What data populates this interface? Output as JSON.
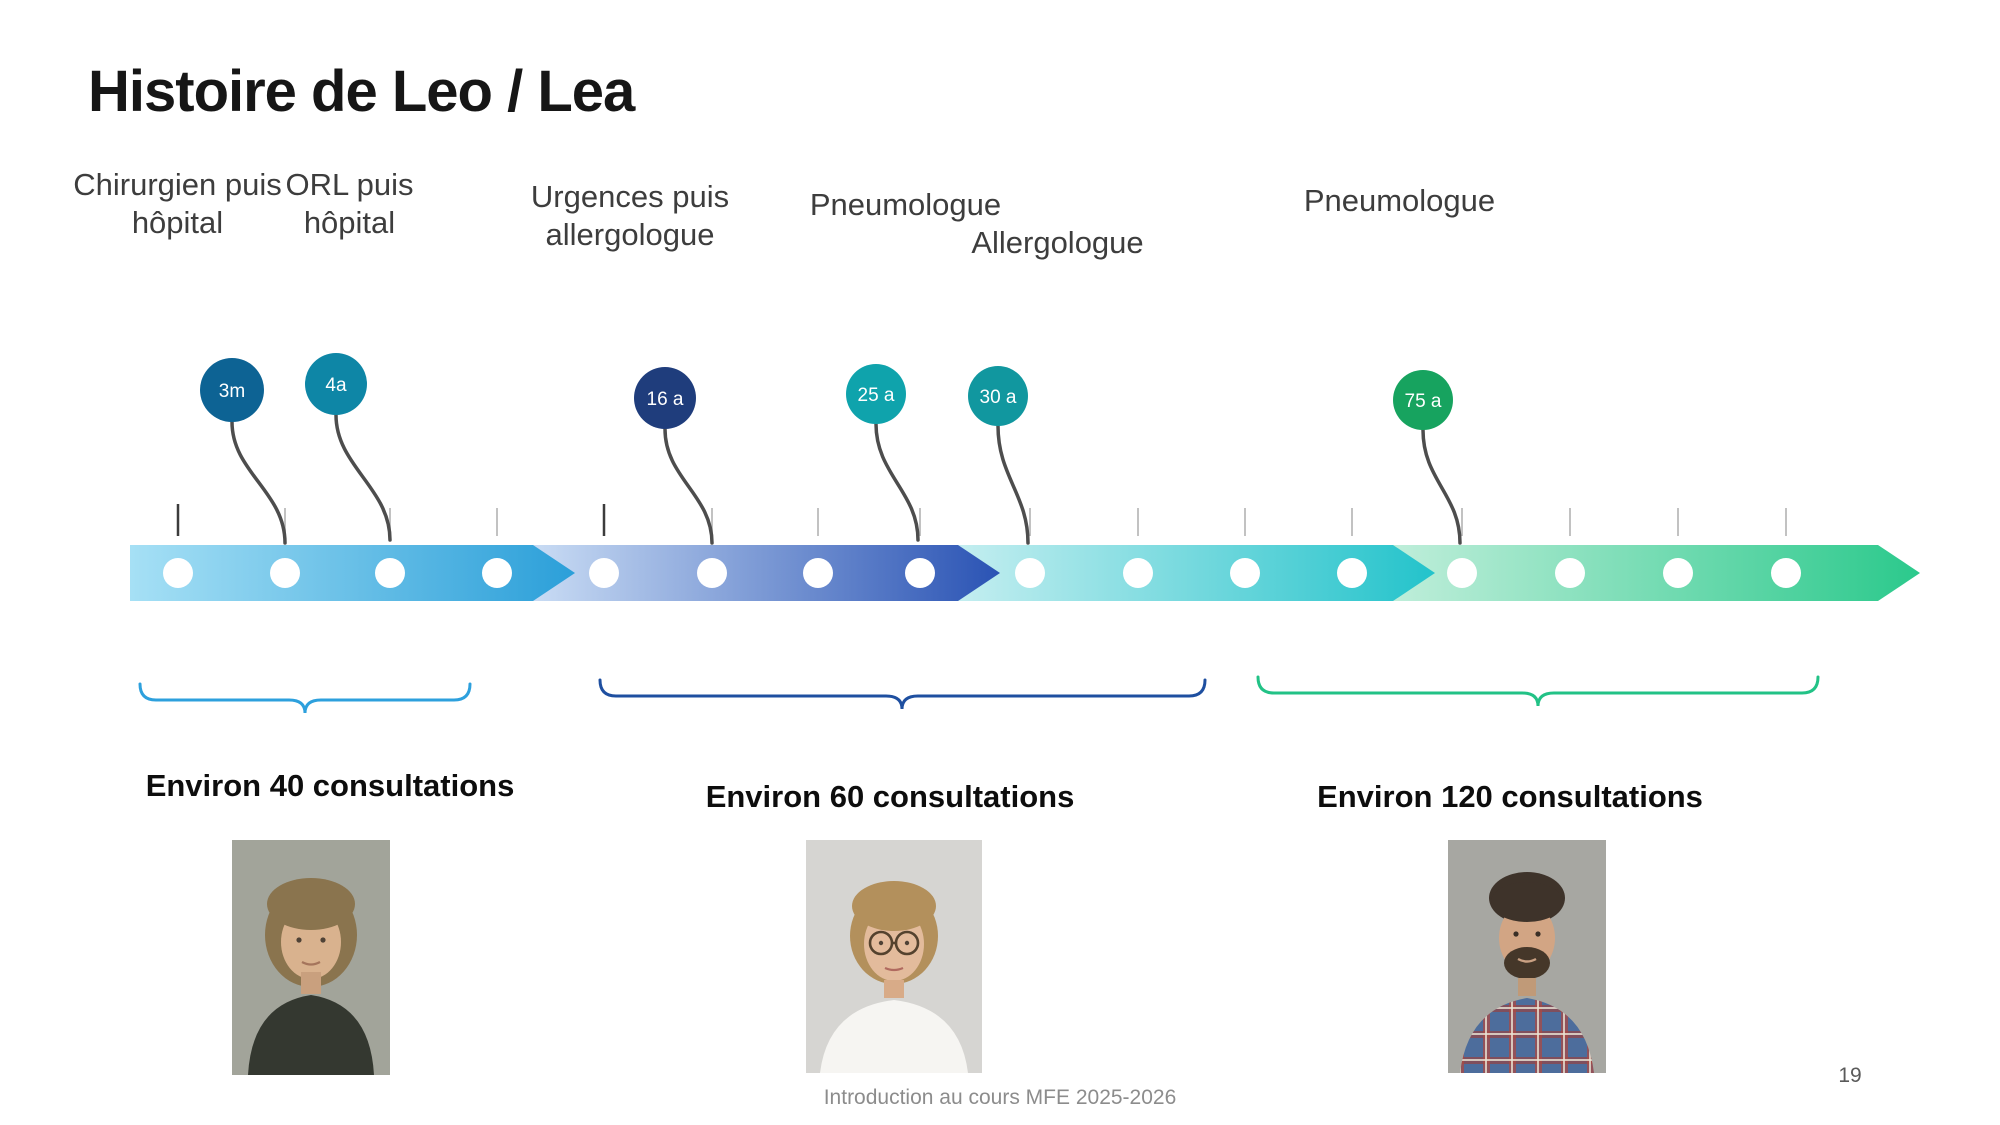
{
  "slide": {
    "title": "Histoire de Leo / Lea",
    "footer": "Introduction au cours MFE 2025-2026",
    "page_number": "19"
  },
  "timeline": {
    "specialty_labels": [
      {
        "text": "Chirurgien puis hôpital"
      },
      {
        "text": "ORL puis hôpital"
      },
      {
        "text": "Urgences puis allergologue"
      },
      {
        "text": "Pneumologue"
      },
      {
        "text": "Allergologue"
      },
      {
        "text": "Pneumologue"
      }
    ],
    "age_badges": [
      {
        "label": "3m",
        "color": "#0d6394"
      },
      {
        "label": "4a",
        "color": "#0e86a6"
      },
      {
        "label": "16 a",
        "color": "#1f3d7c"
      },
      {
        "label": "25 a",
        "color": "#0fa3ac"
      },
      {
        "label": "30 a",
        "color": "#11979f"
      },
      {
        "label": "75 a",
        "color": "#17a35f"
      }
    ],
    "segments": [
      {
        "from": "#a6e0f5",
        "to": "#2b9fd9"
      },
      {
        "from": "#c9dcf4",
        "to": "#2a53b4"
      },
      {
        "from": "#c4eef0",
        "to": "#23c3cb"
      },
      {
        "from": "#bfeeda",
        "to": "#2bc98c"
      }
    ],
    "groups": [
      {
        "text": "Environ 40 consultations",
        "brace_color": "#2da0dd"
      },
      {
        "text": "Environ 60 consultations",
        "brace_color": "#1e4fa0"
      },
      {
        "text": "Environ 120 consultations",
        "brace_color": "#22c286"
      }
    ]
  },
  "photos": [
    {
      "description": "Portrait femme cheveux courts"
    },
    {
      "description": "Portrait femme avec lunettes"
    },
    {
      "description": "Portrait homme barbe chemise à carreaux"
    }
  ]
}
